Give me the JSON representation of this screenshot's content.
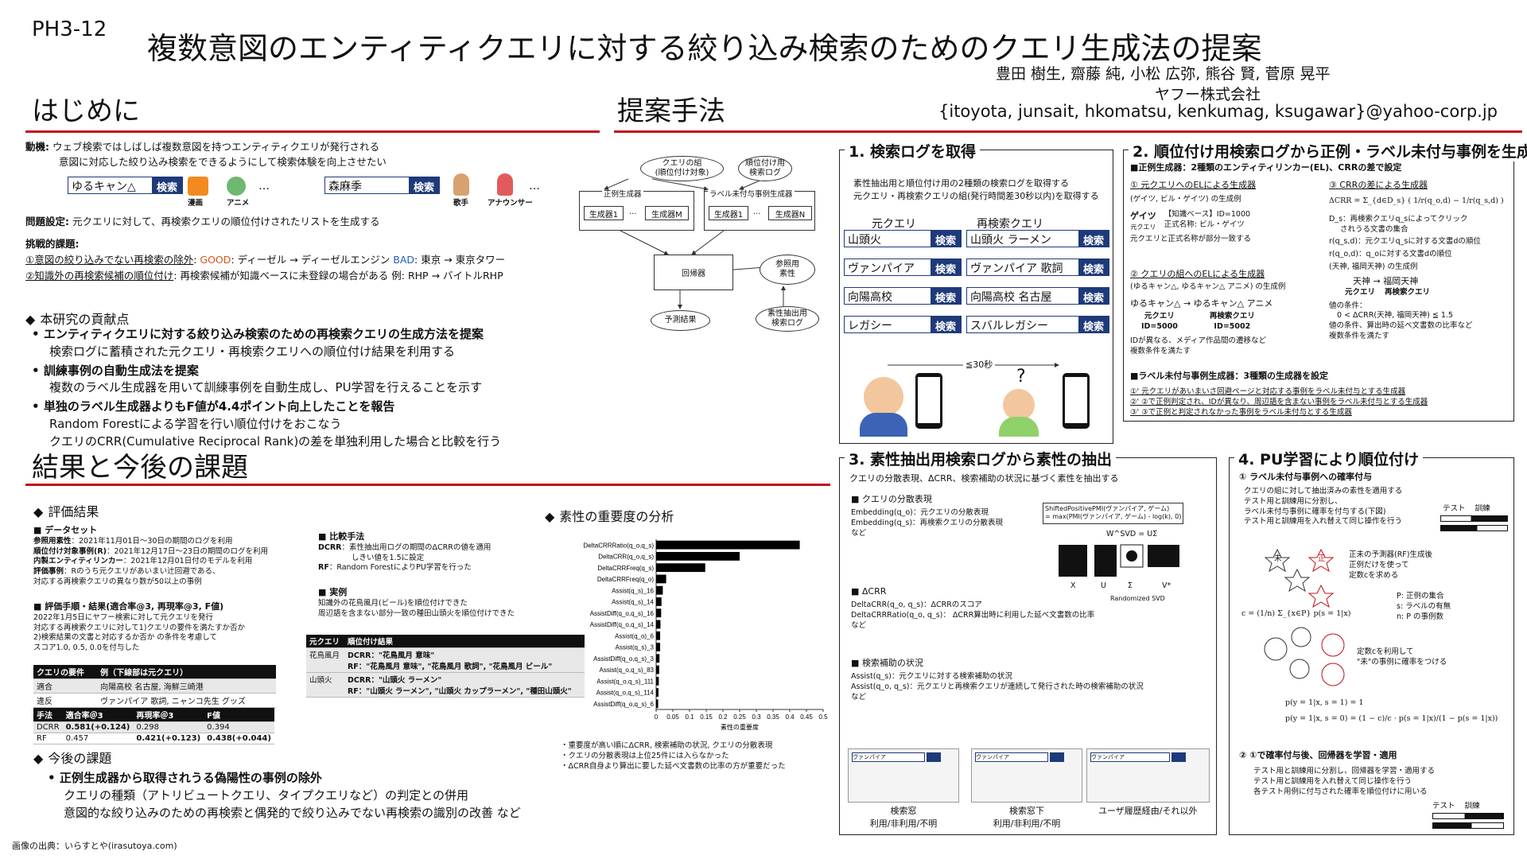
{
  "header": {
    "poster_id": "PH3-12",
    "title": "複数意図のエンティティクエリに対する絞り込み検索のためのクエリ生成法の提案",
    "authors": "豊田 樹生, 齋藤 純, 小松 広弥, 熊谷 賢, 菅原 晃平",
    "affiliation": "ヤフー株式会社",
    "emails": "{itoyota, junsait, hkomatsu, kenkumag, ksugawar}@yahoo-corp.jp"
  },
  "intro": {
    "heading": "はじめに",
    "motivation_label": "動機:",
    "motivation_line1": "ウェブ検索ではしばしば複数意図を持つエンティティクエリが発行される",
    "motivation_line2": "意図に対応した絞り込み検索をできるようにして検索体験を向上させたい",
    "search1_query": "ゆるキャン△",
    "search2_query": "森麻季",
    "search_button": "検索",
    "icon1_label": "漫画",
    "icon2_label": "アニメ",
    "icon3_label": "歌手",
    "icon4_label": "アナウンサー",
    "ellipsis": "…",
    "problem_label": "問題設定:",
    "problem_text": "元クエリに対して、再検索クエリの順位付けされたリストを生成する",
    "challenge_label": "挑戦的課題:",
    "challenge1_head": "①意図の絞り込みでない再検索の除外",
    "challenge1_good": "GOOD",
    "challenge1_good_text": ": ディーゼル → ディーゼルエンジン",
    "challenge1_bad": "BAD",
    "challenge1_bad_text": ": 東京 → 東京タワー",
    "challenge2_head": "②知識外の再検索候補の順位付け",
    "challenge2_text": ": 再検索候補が知識ベースに未登録の場合がある 例: RHP → バイトルRHP",
    "contrib_heading": "本研究の貢献点",
    "contrib1": "エンティティクエリに対する絞り込み検索のための再検索クエリの生成方法を提案",
    "contrib1_sub": "検索ログに蓄積された元クエリ・再検索クエリへの順位付け結果を利用する",
    "contrib2": "訓練事例の自動生成法を提案",
    "contrib2_sub": "複数のラベル生成器を用いて訓練事例を自動生成し、PU学習を行えることを示す",
    "contrib3": "単独のラベル生成器よりもF値が4.4ポイント向上したことを報告",
    "contrib3_sub1": "Random Forestによる学習を行い順位付けをおこなう",
    "contrib3_sub2": "クエリのCRR(Cumulative Reciprocal Rank)の差を単独利用した場合と比較を行う"
  },
  "flow": {
    "n1": "クエリの組\n(順位付け対象)",
    "n2": "順位付け用\n検索ログ",
    "pos_group": "正例生成器",
    "pos_a": "生成器1",
    "pos_b": "生成器M",
    "unl_group": "ラベル未付与事例生成器",
    "unl_a": "生成器1",
    "unl_b": "生成器N",
    "dots": "…",
    "reg": "回帰器",
    "feat": "参照用\n素性",
    "pred": "予測結果",
    "featlog": "素性抽出用\n検索ログ"
  },
  "method": {
    "heading": "提案手法",
    "p1_title": "1. 検索ログを取得",
    "p1_desc1": "素性抽出用と順位付け用の2種類の検索ログを取得する",
    "p1_desc2": "元クエリ・再検索クエリの組(発行時間差30秒以内)を取得する",
    "p1_col1": "元クエリ",
    "p1_col2": "再検索クエリ",
    "p1_pairs": [
      {
        "orig": "山頭火",
        "re": "山頭火 ラーメン"
      },
      {
        "orig": "ヴァンパイア",
        "re": "ヴァンパイア 歌詞"
      },
      {
        "orig": "向陽高校",
        "re": "向陽高校 名古屋"
      },
      {
        "orig": "レガシー",
        "re": "スバルレガシー"
      }
    ],
    "p1_btn": "検索",
    "p1_time": "≦30秒",
    "p1_q": "?",
    "p2_title": "2. 順位付け用検索ログから正例・ラベル未付与事例を生成",
    "p2_sub": "■正例生成器：2種類のエンティティリンカー(EL)、CRRの差で設定",
    "p2_a_title": "① 元クエリへのELによる生成器",
    "p2_a_ex": "(ゲイツ, ビル・ゲイツ) の生成例",
    "p2_a_q": "ゲイツ",
    "p2_a_q_lbl": "元クエリ",
    "p2_a_kb1": "【知識ベース】ID=1000",
    "p2_a_kb2": "正式名称: ビル・ゲイツ",
    "p2_a_note": "元クエリと正式名称が部分一致する",
    "p2_b_title": "② クエリの組へのELによる生成器",
    "p2_b_ex": "(ゆるキャン△, ゆるキャン△ アニメ) の生成例",
    "p2_b_pair": "ゆるキャン△ → ゆるキャン△ アニメ",
    "p2_b_l1": "元クエリ",
    "p2_b_l2": "再検索クエリ",
    "p2_b_id1": "ID=5000",
    "p2_b_id2": "ID=5002",
    "p2_b_note1": "IDが異なる、メディア作品間の遷移など",
    "p2_b_note2": "複数条件を満たす",
    "p2_c_title": "③ CRRの差による生成器",
    "p2_c_formula": "ΔCRR = Σ_{d∈D_s} ( 1/r(q_o,d) − 1/r(q_s,d) )",
    "p2_c_l1": "D_s：再検索クエリq_sによってクリック",
    "p2_c_l1b": "されうる文書の集合",
    "p2_c_l2": "r(q_s,d)：元クエリq_sに対する文書dの順位",
    "p2_c_l3": "r(q_o,d)：q_oに対する文書dの順位",
    "p2_c_ex": "(天神, 福岡天神) の生成例",
    "p2_c_pair": "天神 → 福岡天神",
    "p2_c_pl1": "元クエリ",
    "p2_c_pl2": "再検索クエリ",
    "p2_c_cond_head": "値の条件：",
    "p2_c_cond": "0 < ΔCRR(天神, 福岡天神) ≦ 1.5",
    "p2_c_note1": "値の条件、算出時の延べ文書数の比率など",
    "p2_c_note2": "複数条件を満たす",
    "p2_u_head": "■ラベル未付与事例生成器：3種類の生成器を設定",
    "p2_u1": "①' 元クエリがあいまいさ回避ページと対応する事例をラベル未付与とする生成器",
    "p2_u2": "②' ②で正例判定され、IDが異なり、周辺語を含まない事例をラベル未付与とする生成器",
    "p2_u3": "③' ③で正例と判定されなかった事例をラベル未付与とする生成器",
    "p3_title": "3. 素性抽出用検索ログから素性の抽出",
    "p3_desc": "クエリの分散表現、ΔCRR、検索補助の状況に基づく素性を抽出する",
    "p3_a": "クエリの分散表現",
    "p3_a1": "Embedding(q_o)：元クエリの分散表現",
    "p3_a2": "Embedding(q_s)：再検索クエリの分散表現",
    "p3_a3": "など",
    "p3_svd_box1": "ShiftedPositivePMI(ヴァンパイア, ゲーム)",
    "p3_svd_box2": "= max(PMI(ヴァンパイア, ゲーム) - log(k), 0)",
    "p3_svd_eq": "W^SVD = UΣ",
    "p3_svd_x": "X",
    "p3_svd_u": "U",
    "p3_svd_s": "Σ",
    "p3_svd_v": "V*",
    "p3_svd_cap": "Randomized SVD",
    "p3_b": "ΔCRR",
    "p3_b1": "DeltaCRR(q_o, q_s)：ΔCRRのスコア",
    "p3_b2": "DeltaCRRRatio(q_o, q_s)： ΔCRR算出時に利用した延べ文書数の比率",
    "p3_b3": "など",
    "p3_c": "検索補助の状況",
    "p3_c1": "Assist(q_s)：元クエリに対する検索補助の状況",
    "p3_c2": "Assist(q_o, q_s)：元クエリと再検索クエリが連続して発行された時の検索補助の状況",
    "p3_c3": "など",
    "p3_m_q": "ヴァンパイア",
    "p3_m1": "検索窓",
    "p3_m1b": "利用/非利用/不明",
    "p3_m2": "検索窓下",
    "p3_m2b": "利用/非利用/不明",
    "p3_m3": "ユーザ履歴経由/それ以外",
    "p4_title": "4. PU学習により順位付け",
    "p4_s1": "① ラベル未付与事例への確率付与",
    "p4_s1_l1": "クエリの組に対して抽出済みの素性を適用する",
    "p4_s1_l2": "テスト用と訓練用に分割し、",
    "p4_s1_l3": "ラベル未付与事例に確率を付与する(下図)",
    "p4_s1_l4": "テスト用と訓練用を入れ替えて同じ操作を行う",
    "p4_test": "テスト",
    "p4_train": "訓練",
    "p4_rf1": "正未の予測器(RF)生成後",
    "p4_rf2": "正例だけを使って",
    "p4_rf3": "定数cを求める",
    "p4_p": "P: 正例の集合",
    "p4_s": "s: ラベルの有無",
    "p4_n": "n: P の事例数",
    "p4_c_eq": "c = (1/n) Σ_{x∈P} p(s = 1|x)",
    "p4_use1": "定数cを利用して",
    "p4_use2": "\"未\"の事例に確率をつける",
    "p4_eq1": "p(y = 1|x, s = 1) = 1",
    "p4_eq2": "p(y = 1|x, s = 0) = (1 − c)/c · p(s = 1|x)/(1 − p(s = 1|x))",
    "p4_s2": "② ①で確率付与後、回帰器を学習・適用",
    "p4_s2_l1": "テスト用と訓練用に分割し、回帰器を学習・適用する",
    "p4_s2_l2": "テスト用と訓練用を入れ替えて同じ操作を行う",
    "p4_s2_l3": "各テスト用例に付与された確率を順位付けに用いる",
    "p4_node_pos": "正",
    "p4_node_unl": "未"
  },
  "results": {
    "heading": "結果と今後の課題",
    "eval_heading": "評価結果",
    "ds_head": "■ データセット",
    "ds1_label": "参照用素性",
    "ds1": "：2021年11月01日〜30日の期間のログを利用",
    "ds2_label": "順位付け対象事例(R)",
    "ds2": "：2021年12月17日〜23日の期間のログを利用",
    "ds3_label": "内製エンティティリンカー",
    "ds3": "：2021年12月01日付のモデルを利用",
    "ds4_label": "評価事例",
    "ds4": "：Rのうち元クエリがあいまい辻回避である、",
    "ds4b": "対応する再検索クエリの異なり数が50以上の事例",
    "proc_head": "■ 評価手順・結果(適合率@3, 再現率@3, F値)",
    "proc1": "2022年1月5日にヤフー検索に対して元クエリを発行",
    "proc2": "対応する再検索クエリに対して1)クエリの要件を満たすか否か",
    "proc3": "2)検索結果の文書と対応するか否か の条件を考慮して",
    "proc4": "スコア1.0, 0.5, 0.0を付与した",
    "req_table": {
      "headers": [
        "クエリの要件",
        "例（下線部は元クエリ）"
      ],
      "rows": [
        [
          "適合",
          "向陽高校 名古屋, 海鮮三崎港"
        ],
        [
          "違反",
          "ヴァンパイア 歌詞, ニャンコ先生 グッズ"
        ]
      ]
    },
    "score_table": {
      "headers": [
        "手法",
        "適合率＠3",
        "再現率＠3",
        "F値"
      ],
      "rows": [
        [
          "DCRR",
          "0.581(+0.124)",
          "0.298",
          "0.394"
        ],
        [
          "RF",
          "0.457",
          "0.421(+0.123)",
          "0.438(+0.044)"
        ]
      ]
    },
    "cmp_head": "■ 比較手法",
    "cmp1_label": "DCRR",
    "cmp1": "：素性抽出用ログの期間のΔCRRの値を適用",
    "cmp1b": "しきい値を1.5に設定",
    "cmp2_label": "RF",
    "cmp2": "：Random ForestによりPU学習を行った",
    "ex_head": "■ 実例",
    "ex1": "知識外の花鳥風月(ビール)を順位付けできた",
    "ex2": "周辺語を含まない部分一致の種田山頭火を順位付けできた",
    "ex_table": {
      "headers": [
        "元クエリ",
        "順位付け結果"
      ],
      "rows": [
        [
          "花鳥風月",
          "DCRR：\"花鳥風月 意味\"",
          "RF：\"花鳥風月 意味\", \"花鳥風月 歌詞\", \"花鳥風月 ビール\""
        ],
        [
          "山頭火",
          "DCRR：\"山頭火 ラーメン\"",
          "RF：\"山頭火 ラーメン\", \"山頭火 カップラーメン\", \"種田山頭火\""
        ]
      ]
    },
    "fi_heading": "素性の重要度の分析",
    "fi_note1": "・重要度が高い順にΔCRR, 検索補助の状況, クエリの分散表現",
    "fi_note2": "・クエリの分散表現は上位25件には入らなかった",
    "fi_note3": "・ΔCRR自身より算出に要した延べ文書数の比率の方が重要だった",
    "future_heading": "今後の課題",
    "future1": "正例生成器から取得されうる偽陽性の事例の除外",
    "future1_sub1": "クエリの種類（アトリビュートクエリ、タイプクエリなど）の判定との併用",
    "future1_sub2": "意図的な絞り込みのための再検索と偶発的で絞り込みでない再検索の識別の改善 など",
    "credit": "画像の出典：いらすとや(irasutoya.com)"
  },
  "chart_data": {
    "type": "bar",
    "orientation": "horizontal",
    "categories": [
      "DeltaCRRRatio(q_o,q_s)",
      "DeltaCRR(q_o,q_s)",
      "DeltaCRRFreq(q_s)",
      "DeltaCRRFreq(q_o)",
      "Assist(q_s)_16",
      "Assist(q_s)_14",
      "AssistDiff(q_o,q_s)_16",
      "AssistDiff(q_o,q_s)_14",
      "Assist(q_o)_6",
      "Assist(q_s)_3",
      "AssistDiff(q_o,q_s)_3",
      "Assist(q_o,q_s)_83",
      "Assist(q_o,q_s)_111",
      "Assist(q_o,q_s)_114",
      "AssistDiff(q_o,q_s)_6"
    ],
    "values": [
      0.43,
      0.25,
      0.147,
      0.03,
      0.02,
      0.016,
      0.015,
      0.013,
      0.012,
      0.012,
      0.01,
      0.009,
      0.008,
      0.007,
      0.006
    ],
    "xlim": [
      0,
      0.5
    ],
    "xticks": [
      "0",
      "0.05",
      "0.1",
      "0.15",
      "0.2",
      "0.25",
      "0.3",
      "0.35",
      "0.4",
      "0.45",
      "0.5"
    ],
    "xlabel": "素性の重要度",
    "ylabel": "",
    "bar_color": "#000000"
  }
}
